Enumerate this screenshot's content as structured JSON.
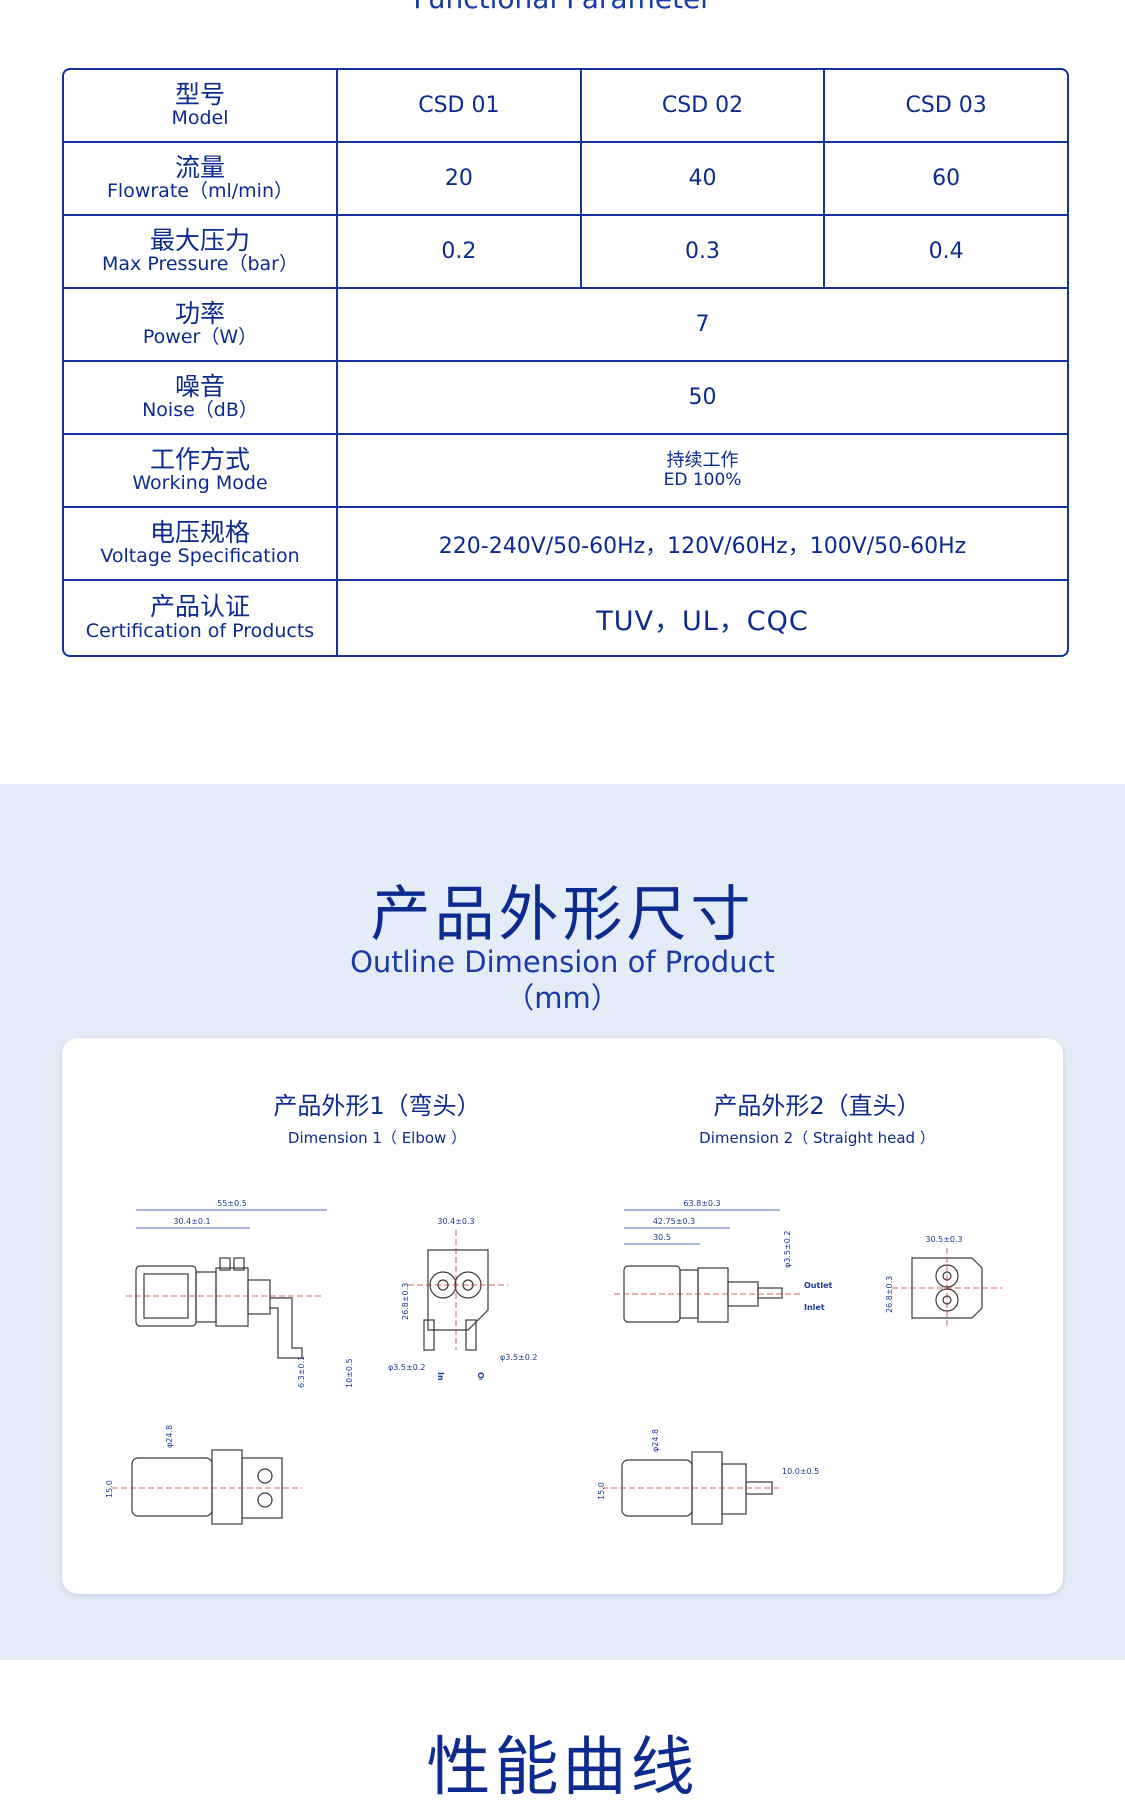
{
  "functional_parameter_title": "Functional Parameter",
  "table": {
    "header": {
      "zh": "型号",
      "en": "Model",
      "values": [
        "CSD 01",
        "CSD 02",
        "CSD 03"
      ]
    },
    "flowrate": {
      "zh": "流量",
      "en": "Flowrate（ml/min）",
      "values": [
        "20",
        "40",
        "60"
      ]
    },
    "pressure": {
      "zh": "最大压力",
      "en": "Max Pressure（bar）",
      "values": [
        "0.2",
        "0.3",
        "0.4"
      ]
    },
    "power": {
      "zh": "功率",
      "en": "Power（W）",
      "value": "7"
    },
    "noise": {
      "zh": "噪音",
      "en": "Noise（dB）",
      "value": "50"
    },
    "mode": {
      "zh": "工作方式",
      "en": "Working Mode",
      "value_zh": "持续工作",
      "value_en": "ED 100%"
    },
    "voltage": {
      "zh": "电压规格",
      "en": "Voltage Specification",
      "value": "220-240V/50-60Hz，120V/60Hz，100V/50-60Hz"
    },
    "cert": {
      "zh": "产品认证",
      "en": "Certification of Products",
      "value": "TUV，UL，CQC"
    }
  },
  "outline": {
    "title": "产品外形尺寸",
    "subtitle": "Outline Dimension of Product",
    "unit": "（mm）",
    "dim1": {
      "zh": "产品外形1（弯头）",
      "en": "Dimension 1（ Elbow ）"
    },
    "dim2": {
      "zh": "产品外形2（直头）",
      "en": "Dimension 2（ Straight head ）"
    },
    "drawing_labels": {
      "d1_len": "55±0.5",
      "d1_a": "30.4±0.1",
      "d1_b": "6.3±0.1",
      "d1_c": "10±0.5",
      "d1_d": "30.4±0.3",
      "d1_e": "26.8±0.3",
      "d1_f": "φ3.5±0.2",
      "d1_g": "φ3.5±0.2",
      "d1_h": "φ24.8",
      "d1_i": "15.0",
      "d2_len": "63.8±0.3",
      "d2_a": "42.75±0.3",
      "d2_b": "30.5",
      "d2_c": "φ3.5±0.2",
      "d2_d": "30.5±0.3",
      "d2_e": "26.8±0.3",
      "d2_f": "φ24.8",
      "d2_g": "15.0",
      "d2_h": "10.0±0.5",
      "outlet": "Outlet",
      "inlet": "Inlet"
    }
  },
  "performance": {
    "title": "性能曲线"
  }
}
